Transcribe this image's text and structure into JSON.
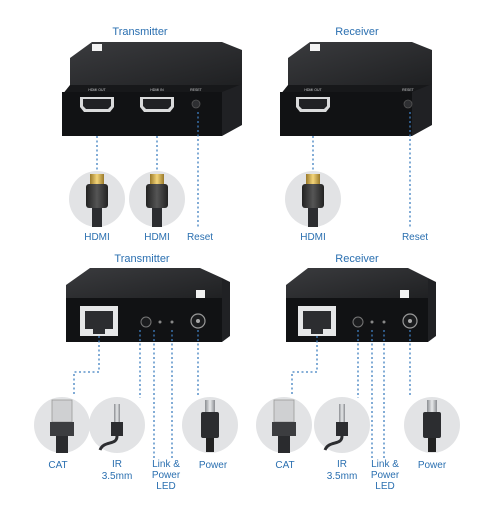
{
  "colors": {
    "label_blue": "#2a6fb0",
    "device_body": "#1c1d1f",
    "device_front": "#101113",
    "circle_bg": "#e2e3e5",
    "dotted_line": "#3f7fc0"
  },
  "top": {
    "transmitter_title": "Transmitter",
    "receiver_title": "Receiver",
    "transmitter_port_labels": {
      "hdmi_out": "HDMI OUT",
      "hdmi_in": "HDMI IN",
      "reset": "RESET"
    },
    "receiver_port_labels": {
      "hdmi_out": "HDMI OUT",
      "reset": "RESET"
    },
    "transmitter_connectors": {
      "hdmi_1": "HDMI",
      "hdmi_2": "HDMI",
      "reset": "Reset"
    },
    "receiver_connectors": {
      "hdmi": "HDMI",
      "reset": "Reset"
    }
  },
  "bottom": {
    "transmitter_title": "Transmitter",
    "receiver_title": "Receiver",
    "transmitter_connectors": {
      "cat": "CAT",
      "ir_line1": "IR",
      "ir_line2": "3.5mm",
      "link_line1": "Link &",
      "link_line2": "Power",
      "link_line3": "LED",
      "power": "Power"
    },
    "receiver_connectors": {
      "cat": "CAT",
      "ir_line1": "IR",
      "ir_line2": "3.5mm",
      "link_line1": "Link &",
      "link_line2": "Power",
      "link_line3": "LED",
      "power": "Power"
    }
  },
  "icons": {
    "hdmi_plug": "hdmi-plug-icon",
    "rj45_plug": "rj45-plug-icon",
    "ir_jack": "ir-jack-icon",
    "dc_plug": "dc-power-plug-icon",
    "logo": "brand-logo-icon"
  }
}
